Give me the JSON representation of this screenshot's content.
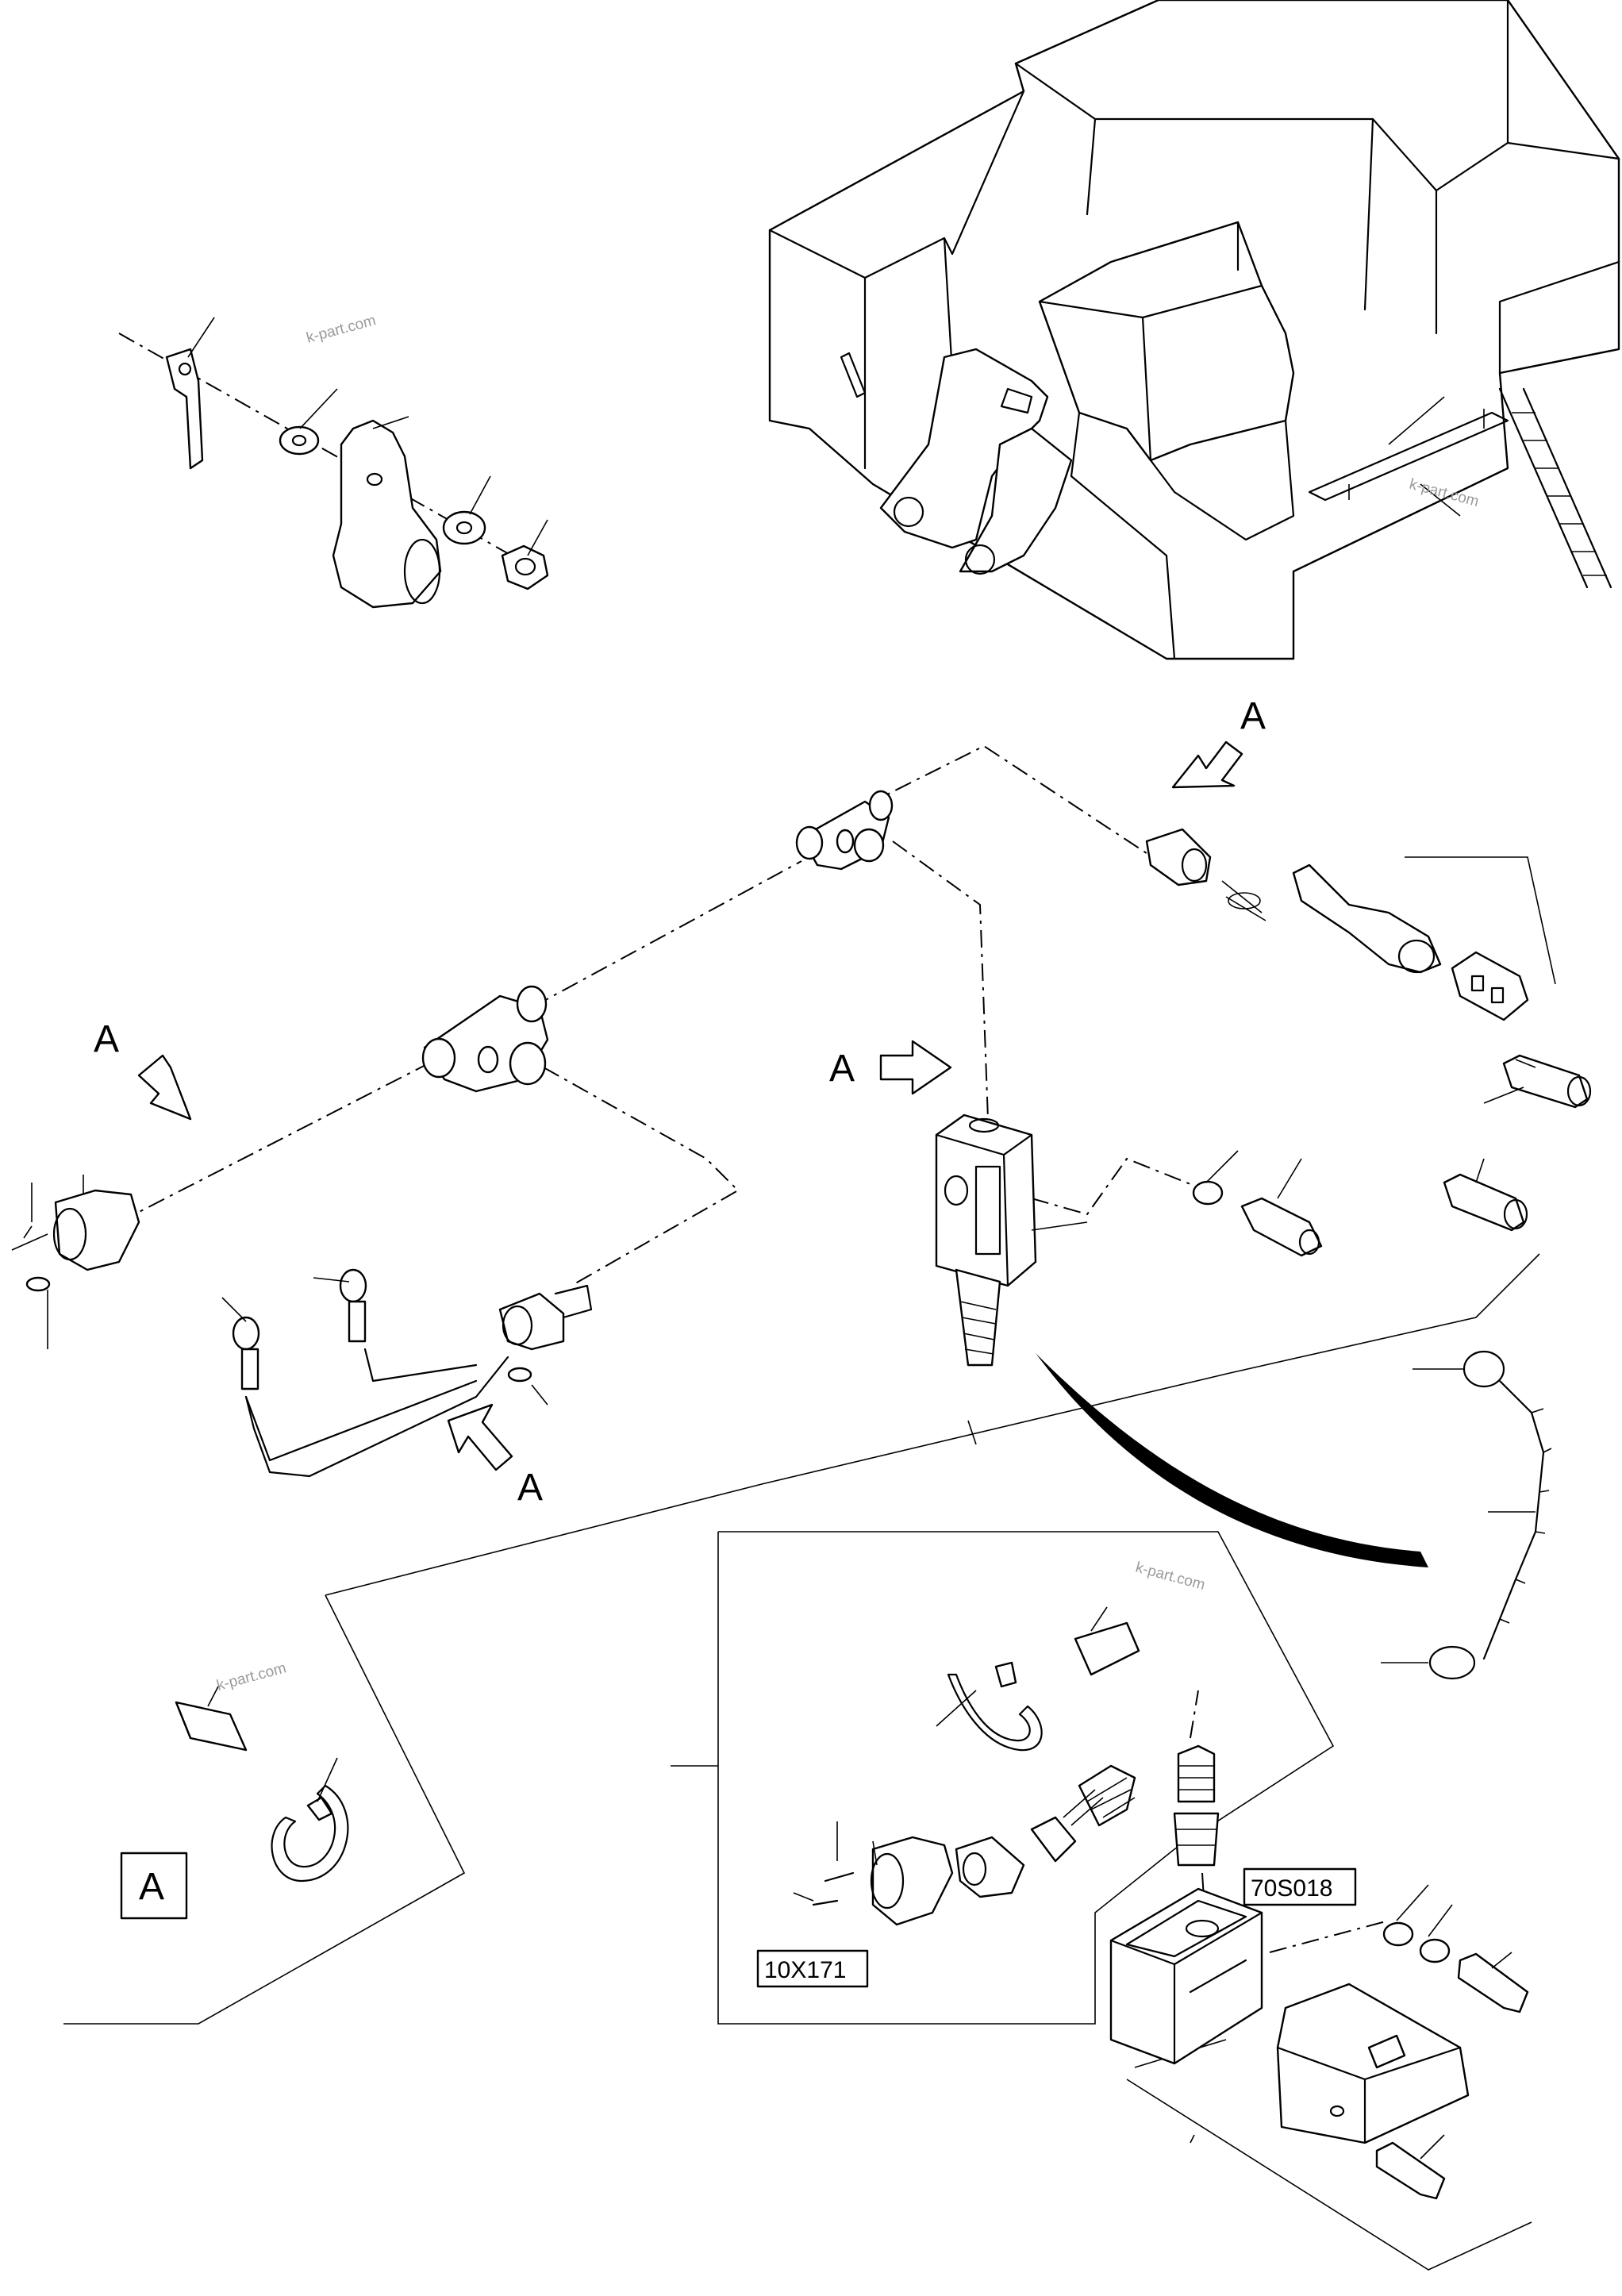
{
  "labels": {
    "view_a": "A",
    "boxed_a": "A",
    "part_ref_1": "10X171",
    "part_ref_2": "70S018"
  },
  "watermark": "k-part.com"
}
